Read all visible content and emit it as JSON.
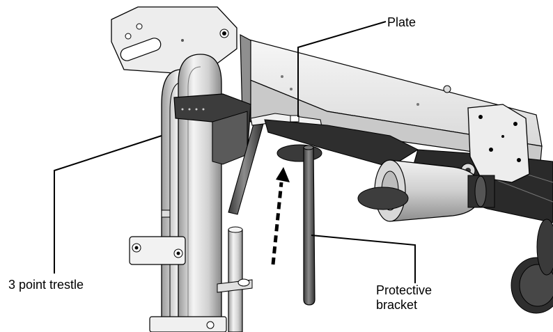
{
  "labels": {
    "plate": "Plate",
    "trestle": "3 point trestle",
    "bracket_line1": "Protective",
    "bracket_line2": "bracket"
  },
  "illustration": {
    "subject": "three-point trestle with protective bracket and plate",
    "arrow_direction": "up",
    "style": "grayscale technical drawing"
  },
  "colors": {
    "line": "#000000",
    "metal_light": "#e6e6e6",
    "metal_mid": "#bdbdbd",
    "metal_dark": "#4d4d4d",
    "background": "#ffffff"
  }
}
